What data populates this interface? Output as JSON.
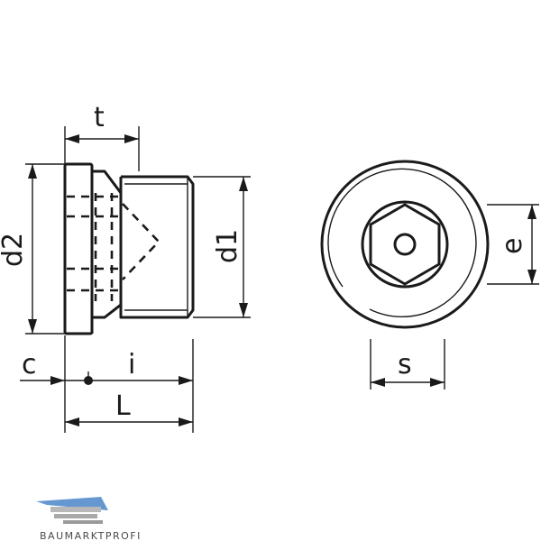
{
  "labels": {
    "t": "t",
    "d2": "d2",
    "d1": "d1",
    "c": "c",
    "i": "i",
    "L": "L",
    "s": "s",
    "e": "e"
  },
  "brand": {
    "name": "BAUMARKTPROFI",
    "colors": {
      "roof": "#4a86c8",
      "text": "#4a4a4a"
    }
  },
  "colors": {
    "line": "#1a1a1a",
    "background": "#ffffff"
  }
}
